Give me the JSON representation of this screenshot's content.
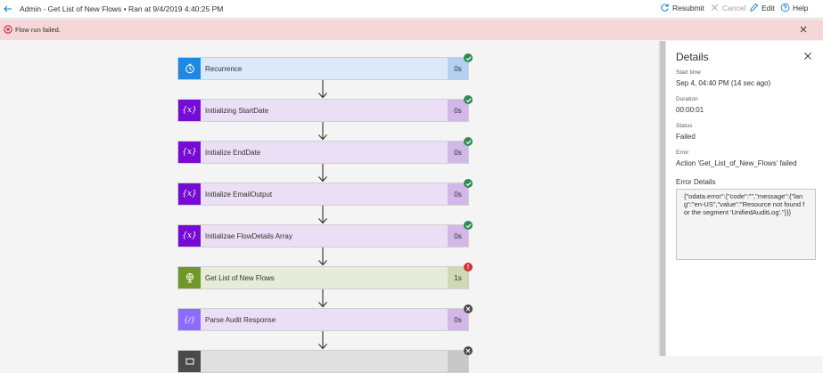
{
  "header": {
    "title": "Admin - Get List of New Flows • Ran at 9/4/2019 4:40:25 PM",
    "commands": {
      "resubmit": "Resubmit",
      "cancel": "Cancel",
      "edit": "Edit",
      "help": "Help"
    }
  },
  "banner": {
    "message": "Flow run failed."
  },
  "steps": [
    {
      "name": "Recurrence",
      "duration": "0s",
      "status": "succeeded",
      "icon": "clock-icon",
      "icon_bg": "#1e88e5",
      "body_bg": "#dbe9fa",
      "dur_bg": "#b3d0f2"
    },
    {
      "name": "Initializing StartDate",
      "duration": "0s",
      "status": "succeeded",
      "icon": "variable-icon",
      "icon_bg": "#770bd6",
      "body_bg": "#ebdff5",
      "dur_bg": "#d1b8e9"
    },
    {
      "name": "Initialize EndDate",
      "duration": "0s",
      "status": "succeeded",
      "icon": "variable-icon",
      "icon_bg": "#770bd6",
      "body_bg": "#ebdff5",
      "dur_bg": "#d1b8e9"
    },
    {
      "name": "Initialize EmailOutput",
      "duration": "0s",
      "status": "succeeded",
      "icon": "variable-icon",
      "icon_bg": "#770bd6",
      "body_bg": "#ebdff5",
      "dur_bg": "#d1b8e9"
    },
    {
      "name": "Initializae FlowDetails Array",
      "duration": "0s",
      "status": "succeeded",
      "icon": "variable-icon",
      "icon_bg": "#770bd6",
      "body_bg": "#ebdff5",
      "dur_bg": "#d1b8e9"
    },
    {
      "name": "Get List of New Flows",
      "duration": "1s",
      "status": "failed",
      "icon": "globe-icon",
      "icon_bg": "#709727",
      "body_bg": "#e6ecd9",
      "dur_bg": "#cfdab5"
    },
    {
      "name": "Parse Audit Response",
      "duration": "0s",
      "status": "skipped",
      "icon": "parse-icon",
      "icon_bg": "#8c6cff",
      "body_bg": "#ebdff5",
      "dur_bg": "#d1b8e9"
    },
    {
      "name": "",
      "duration": "",
      "status": "skipped",
      "icon": "action-icon",
      "icon_bg": "#4a4a4a",
      "body_bg": "#e0e0e0",
      "dur_bg": "#c8c8c8"
    }
  ],
  "status_colors": {
    "succeeded": "#2e8b57",
    "failed": "#d13438",
    "skipped": "#4a4a4a"
  },
  "details": {
    "title": "Details",
    "start_time_label": "Start time",
    "start_time": "Sep 4, 04:40 PM (14 sec ago)",
    "duration_label": "Duration",
    "duration": "00:00:01",
    "status_label": "Status",
    "status": "Failed",
    "error_label": "Error",
    "error": "Action 'Get_List_of_New_Flows' failed",
    "error_details_label": "Error Details",
    "error_details": "{\"odata.error\":{\"code\":\"\",\"message\":{\"lang\":\"en-US\",\"value\":\"Resource not found for the segment 'UnifiedAuditLog'.\"}}}"
  }
}
